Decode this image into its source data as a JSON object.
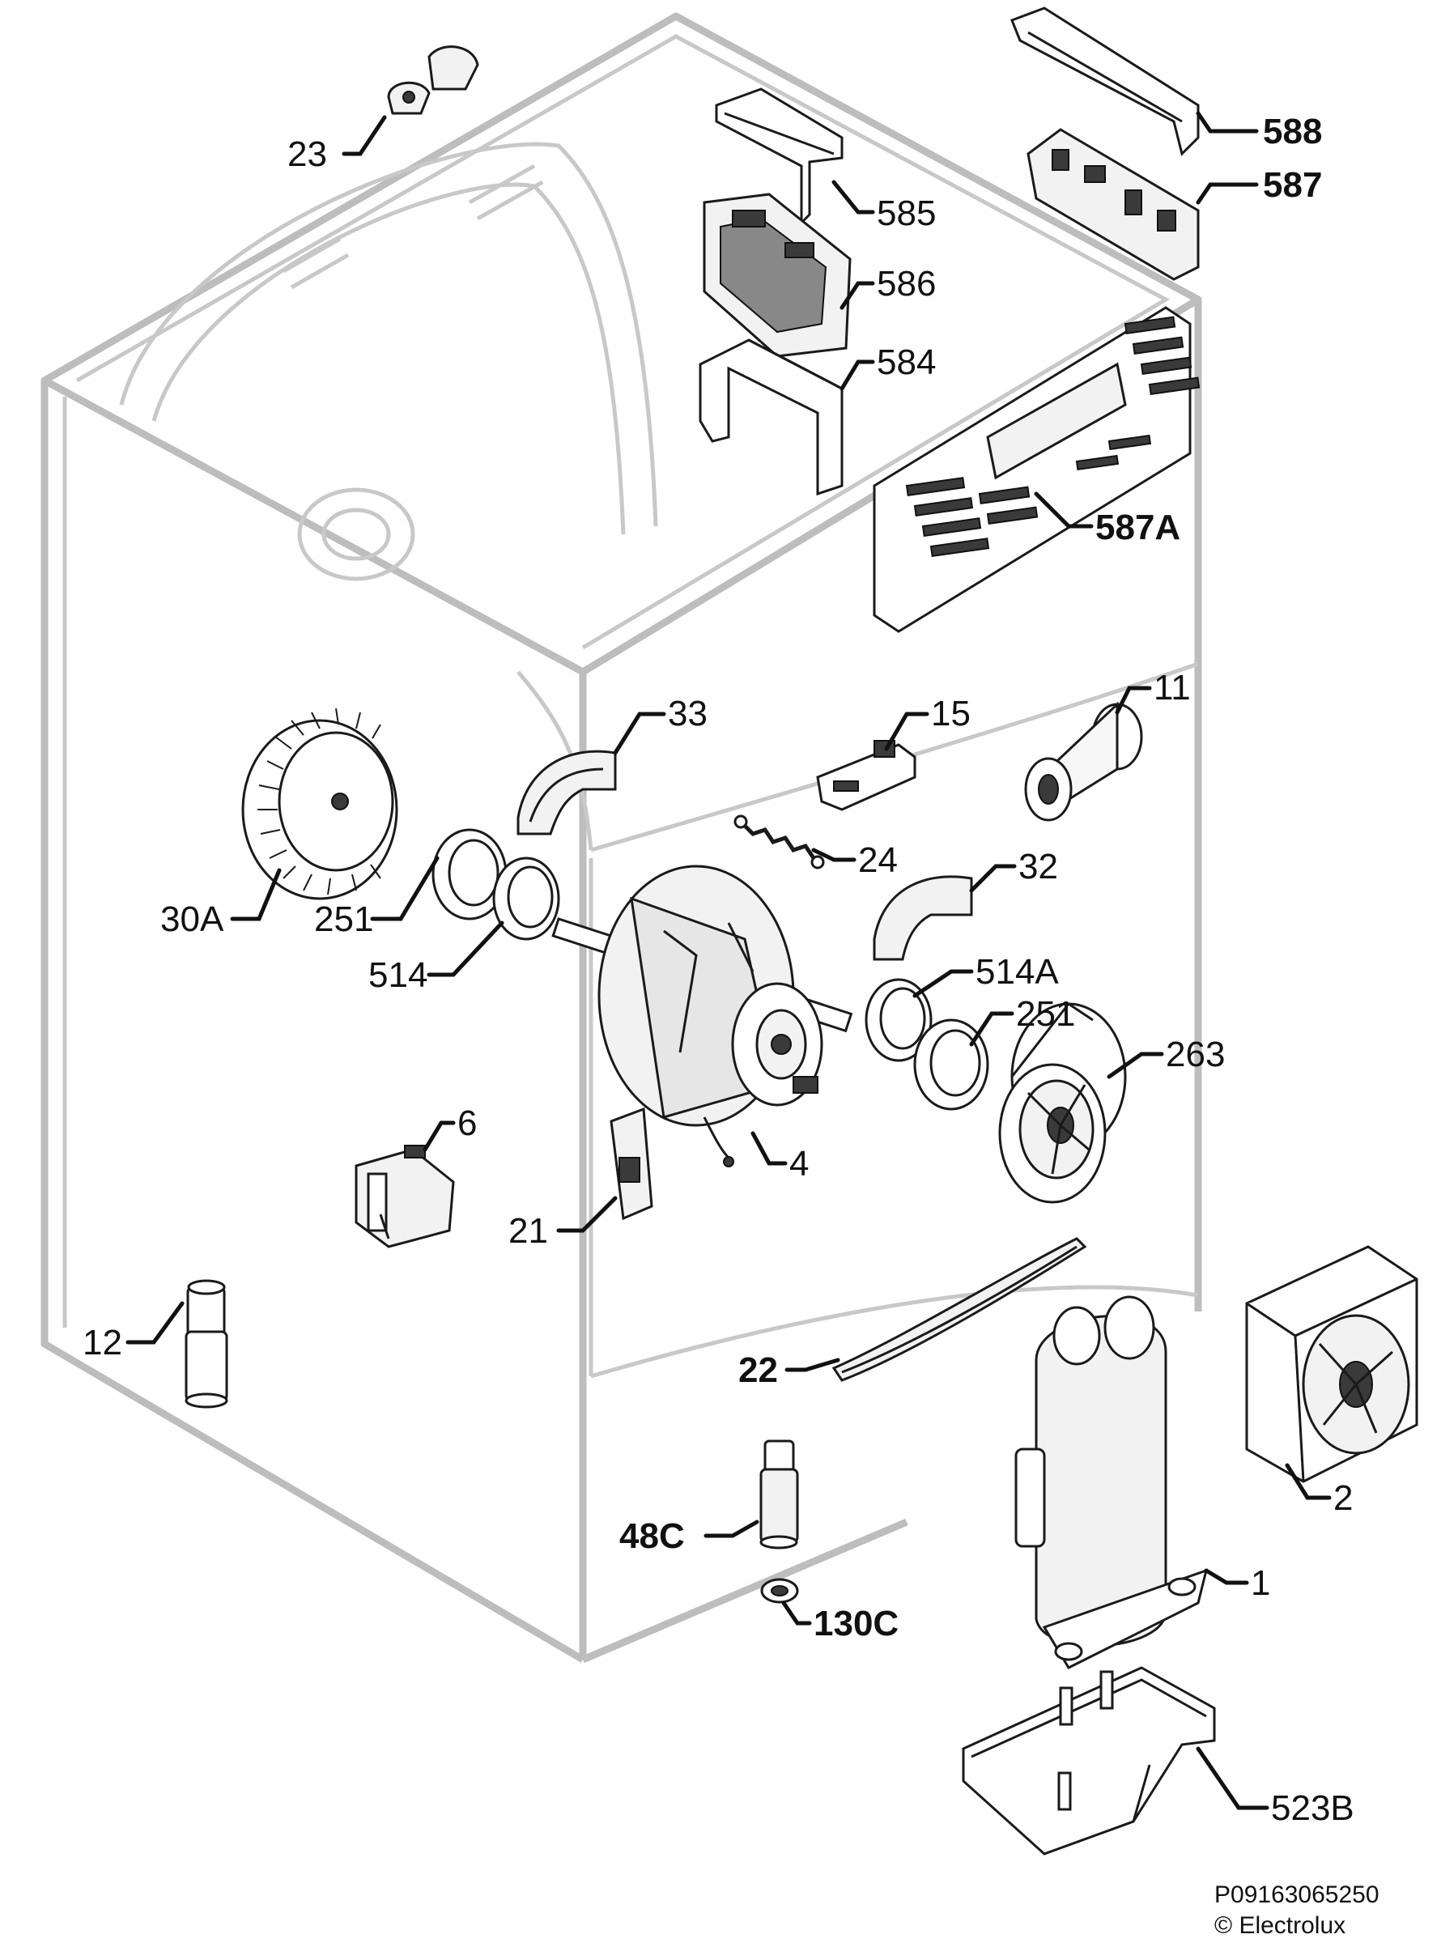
{
  "diagram": {
    "callouts": [
      {
        "id": "23",
        "text": "23",
        "bold": false
      },
      {
        "id": "585",
        "text": "585",
        "bold": false
      },
      {
        "id": "586",
        "text": "586",
        "bold": false
      },
      {
        "id": "584",
        "text": "584",
        "bold": false
      },
      {
        "id": "588",
        "text": "588",
        "bold": true
      },
      {
        "id": "587",
        "text": "587",
        "bold": true
      },
      {
        "id": "587A",
        "text": "587A",
        "bold": true
      },
      {
        "id": "33",
        "text": "33",
        "bold": false
      },
      {
        "id": "15",
        "text": "15",
        "bold": false
      },
      {
        "id": "11",
        "text": "11",
        "bold": false
      },
      {
        "id": "24",
        "text": "24",
        "bold": false
      },
      {
        "id": "32",
        "text": "32",
        "bold": false
      },
      {
        "id": "30A",
        "text": "30A",
        "bold": false
      },
      {
        "id": "251a",
        "text": "251",
        "bold": false
      },
      {
        "id": "514",
        "text": "514",
        "bold": false
      },
      {
        "id": "514A",
        "text": "514A",
        "bold": false
      },
      {
        "id": "251b",
        "text": "251",
        "bold": false
      },
      {
        "id": "263",
        "text": "263",
        "bold": false
      },
      {
        "id": "6",
        "text": "6",
        "bold": false
      },
      {
        "id": "4",
        "text": "4",
        "bold": false
      },
      {
        "id": "21",
        "text": "21",
        "bold": false
      },
      {
        "id": "12",
        "text": "12",
        "bold": false
      },
      {
        "id": "22",
        "text": "22",
        "bold": true
      },
      {
        "id": "2",
        "text": "2",
        "bold": false
      },
      {
        "id": "48C",
        "text": "48C",
        "bold": true
      },
      {
        "id": "1",
        "text": "1",
        "bold": false
      },
      {
        "id": "130C",
        "text": "130C",
        "bold": true
      },
      {
        "id": "523B",
        "text": "523B",
        "bold": false
      }
    ]
  },
  "footer": {
    "code": "P09163065250",
    "copyright": "© Electrolux"
  }
}
